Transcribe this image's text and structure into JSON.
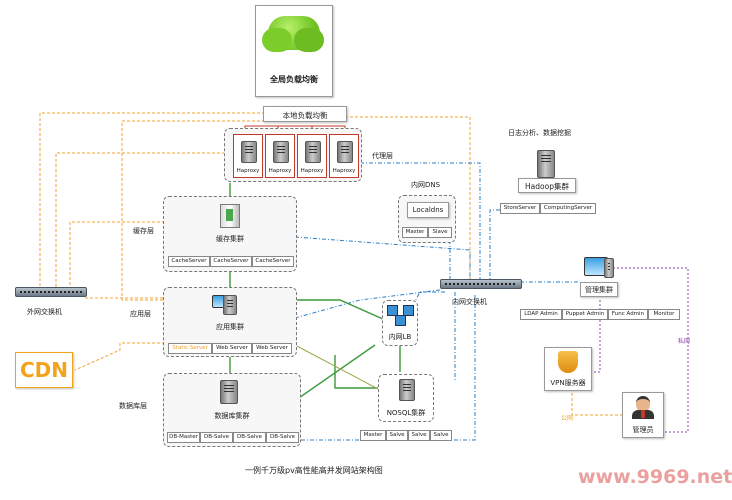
{
  "global_lb": {
    "label": "全局负载均衡"
  },
  "local_lb": {
    "label": "本地负载均衡"
  },
  "proxy_layer": {
    "label": "代理层",
    "servers": [
      "Haproxy",
      "Haproxy",
      "Haproxy",
      "Haproxy"
    ]
  },
  "cache_layer": {
    "label": "缓存层",
    "cluster": "缓存集群",
    "servers": [
      "CacheServer",
      "CacheServer",
      "CacheServer"
    ]
  },
  "app_layer": {
    "label": "应用层",
    "cluster": "应用集群",
    "servers": [
      "Static Server",
      "Web Server",
      "Web Server"
    ]
  },
  "db_layer": {
    "label": "数据库层",
    "cluster": "数据库集群",
    "servers": [
      "DB-Master",
      "DB-Salve",
      "DB-Salve",
      "DB-Salve"
    ]
  },
  "outer_switch": {
    "label": "外网交换机"
  },
  "cdn": {
    "label": "CDN"
  },
  "dns": {
    "title": "内网DNS",
    "name": "Localdns",
    "servers": [
      "Master",
      "Slave"
    ]
  },
  "inner_switch": {
    "label": "内网交换机"
  },
  "inner_lb": {
    "label": "内网LB"
  },
  "nosql": {
    "cluster": "NOSQL集群",
    "servers": [
      "Master",
      "Salve",
      "Salve",
      "Salve"
    ]
  },
  "hadoop": {
    "title": "日志分析、数据挖掘",
    "cluster": "Hadoop集群",
    "servers": [
      "StoreServer",
      "ComputingServer"
    ]
  },
  "mgmt": {
    "cluster": "管理集群",
    "servers": [
      "LDAP Admin",
      "Puppet Admin",
      "Func Admin",
      "Monitor"
    ]
  },
  "vpn": {
    "label": "VPN服务器"
  },
  "admin": {
    "label": "管理员"
  },
  "net_labels": {
    "private": "私网",
    "public": "公网"
  },
  "caption": "一例千万级pv高性能高并发网站架构图",
  "watermark": "www.9969.net",
  "colors": {
    "orange": "#f0a030",
    "blue": "#2a7fc9",
    "green": "#3a9a3a",
    "purple": "#8e44ad",
    "olive": "#9aa84a",
    "cdn": "#f3a21c",
    "cloud": "#7ccc2a"
  }
}
